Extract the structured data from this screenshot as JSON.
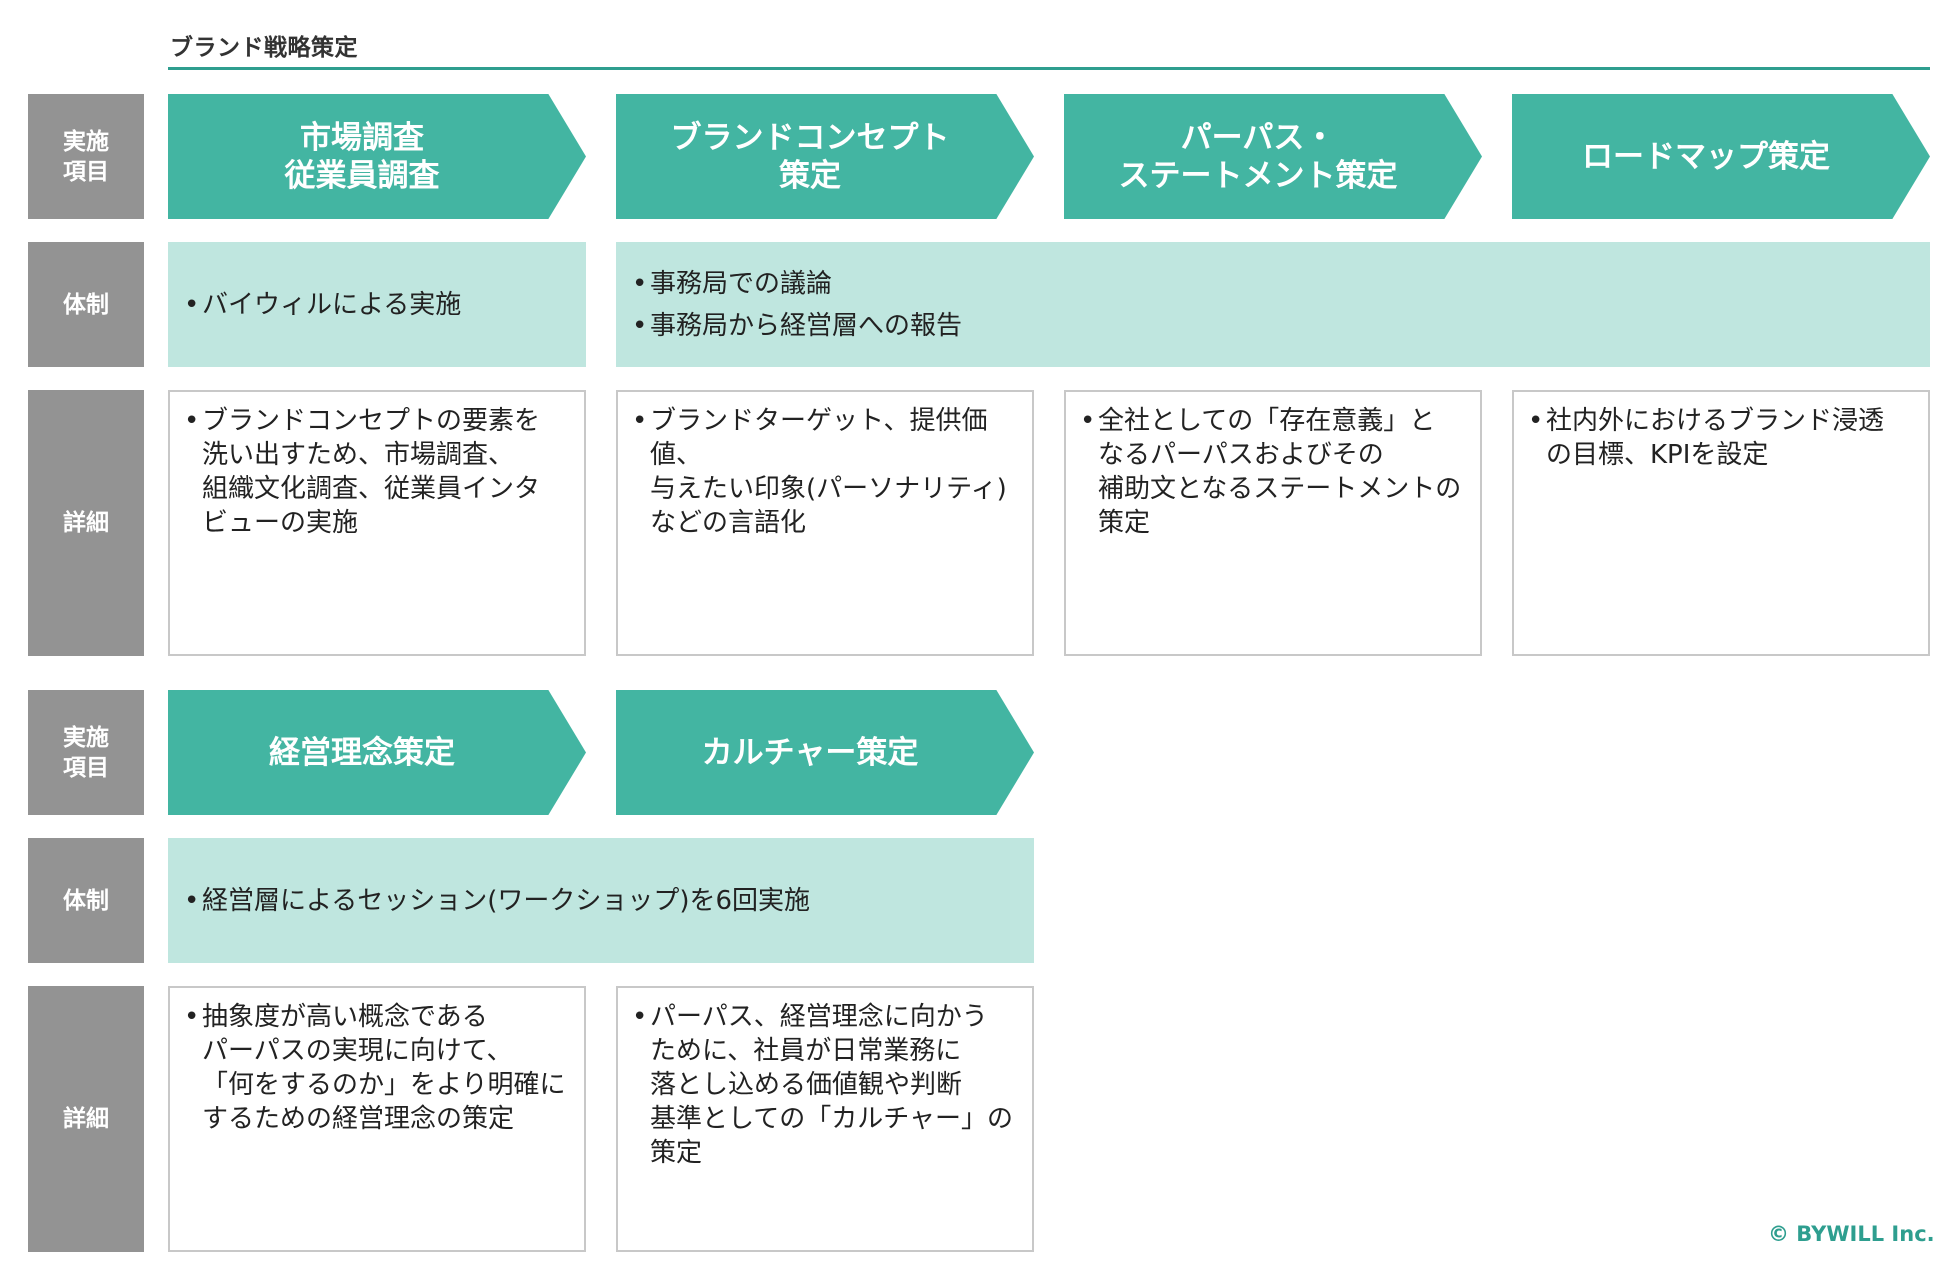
{
  "title": "ブランド戦略策定",
  "row_labels": {
    "implementation": "実施\n項目",
    "structure": "体制",
    "detail": "詳細"
  },
  "bullet": "•",
  "top": {
    "steps": [
      "市場調査\n従業員調査",
      "ブランドコンセプト\n策定",
      "パーパス・\nステートメント策定",
      "ロードマップ策定"
    ],
    "structure": [
      {
        "lines": [
          "バイウィルによる実施"
        ]
      },
      {
        "lines": [
          "事務局での議論",
          "事務局から経営層への報告"
        ]
      }
    ],
    "details": [
      "ブランドコンセプトの要素を\n洗い出すため、市場調査、\n組織文化調査、従業員インタ\nビューの実施",
      "ブランドターゲット、提供価値、\n与えたい印象(パーソナリティ)\nなどの言語化",
      "全社としての「存在意義」と\nなるパーパスおよびその\n補助文となるステートメントの\n策定",
      "社内外におけるブランド浸透\nの目標、KPIを設定"
    ]
  },
  "bottom": {
    "steps": [
      "経営理念策定",
      "カルチャー策定"
    ],
    "structure": [
      {
        "lines": [
          "経営層によるセッション(ワークショップ)を6回実施"
        ]
      }
    ],
    "details": [
      "抽象度が高い概念である\nパーパスの実現に向けて、\n「何をするのか」をより明確に\nするための経営理念の策定",
      "パーパス、経営理念に向かう\nために、社員が日常業務に\n落とし込める価値観や判断\n基準としての「カルチャー」の\n策定"
    ]
  },
  "copyright": "© BYWILL Inc.",
  "colors": {
    "accent": "#43b5a2",
    "band": "#bfe6df",
    "label": "#939393",
    "rule": "#2e9e8f"
  }
}
